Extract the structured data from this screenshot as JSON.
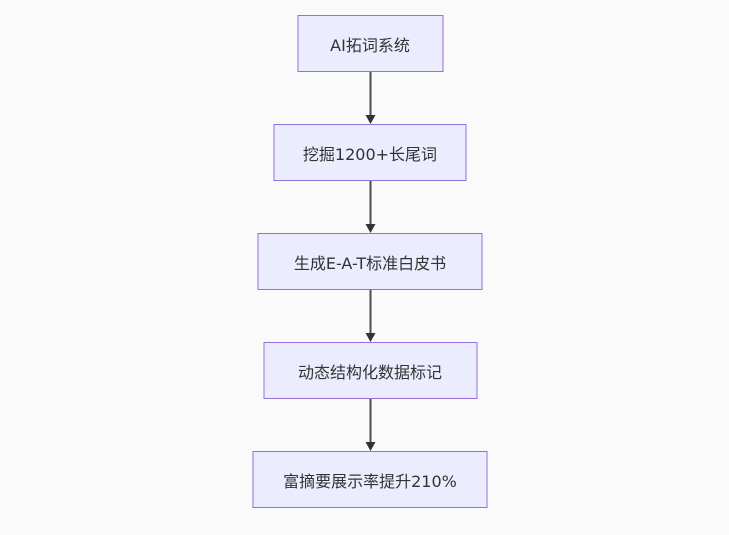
{
  "diagram": {
    "type": "flowchart",
    "direction": "top-down",
    "nodes": [
      {
        "id": "n1",
        "label": "AI拓词系统"
      },
      {
        "id": "n2",
        "label": "挖掘1200+长尾词"
      },
      {
        "id": "n3",
        "label": "生成E-A-T标准白皮书"
      },
      {
        "id": "n4",
        "label": "动态结构化数据标记"
      },
      {
        "id": "n5",
        "label": "富摘要展示率提升210%"
      }
    ],
    "edges": [
      {
        "from": "AI拓词系统",
        "to": "挖掘1200+长尾词"
      },
      {
        "from": "挖掘1200+长尾词",
        "to": "生成E-A-T标准白皮书"
      },
      {
        "from": "生成E-A-T标准白皮书",
        "to": "动态结构化数据标记"
      },
      {
        "from": "动态结构化数据标记",
        "to": "富摘要展示率提升210%"
      }
    ],
    "colors": {
      "background": "#fafafa",
      "node_fill": "#ececff",
      "node_border": "#9370db",
      "node_text": "#333333",
      "arrow": "#333333"
    }
  }
}
